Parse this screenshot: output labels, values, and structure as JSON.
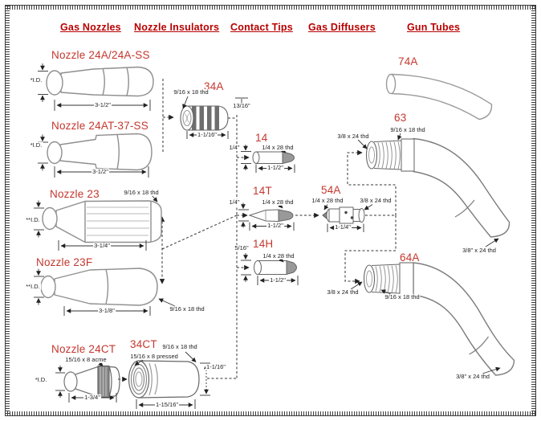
{
  "nav": {
    "items": [
      {
        "label": "Gas Nozzles"
      },
      {
        "label": "Nozzle Insulators"
      },
      {
        "label": "Contact Tips"
      },
      {
        "label": "Gas Diffusers"
      },
      {
        "label": "Gun Tubes"
      }
    ]
  },
  "colors": {
    "header_red": "#b80000",
    "part_label_red": "#c4372e",
    "drawing_gray": "#8f8f8f",
    "dimension_black": "#1c1c1c"
  },
  "parts": {
    "nozzle24a": {
      "name": "Nozzle 24A/24A-SS",
      "id_label": "*I.D.",
      "length": "3-1/2\""
    },
    "nozzle24at": {
      "name": "Nozzle 24AT-37-SS",
      "id_label": "*I.D.",
      "length": "3-1/2\""
    },
    "nozzle23": {
      "name": "Nozzle 23",
      "id_label": "**I.D.",
      "thread": "9/16 x 18 thd",
      "length": "3-1/4\""
    },
    "nozzle23f": {
      "name": "Nozzle 23F",
      "id_label": "**I.D.",
      "thread": "9/16 x 18 thd",
      "length": "3-1/8\""
    },
    "nozzle24ct": {
      "name": "Nozzle 24CT",
      "id_label": "*I.D.",
      "thread": "15/16 x 8 acme",
      "length": "1-3/4\""
    },
    "ins34a": {
      "name": "34A",
      "thread": "9/16 x 18 thd",
      "od": "13/16\"",
      "length": "1-1/16\""
    },
    "ins34ct": {
      "name": "34CT",
      "press": "15/16 x 8 pressed",
      "thread": "9/16 x 18 thd",
      "od": "1-1/16\"",
      "length": "1-15/16\""
    },
    "tip14": {
      "name": "14",
      "dia": "1/4\"",
      "thread": "1/4 x 28 thd",
      "length": "1-1/2\""
    },
    "tip14t": {
      "name": "14T",
      "dia": "1/4\"",
      "thread": "1/4 x 28 thd",
      "length": "1-1/2\""
    },
    "tip14h": {
      "name": "14H",
      "dia": "5/16\"",
      "thread": "1/4 x 28 thd",
      "length": "1-1/2\""
    },
    "dif54a": {
      "name": "54A",
      "thread_front": "1/4 x 28 thd",
      "thread_rear": "3/8 x 24 thd",
      "length": "1-1/4\""
    },
    "tube74a": {
      "name": "74A"
    },
    "tube63": {
      "name": "63",
      "thread_side": "3/8 x 24 thd",
      "thread_top": "9/16 x 18 thd",
      "thread_end": "3/8\" x 24 thd"
    },
    "tube64a": {
      "name": "64A",
      "thread_side": "3/8 x 24 thd",
      "thread_top": "9/16 x 18 thd",
      "thread_end": "3/8\" x 24 thd"
    }
  }
}
